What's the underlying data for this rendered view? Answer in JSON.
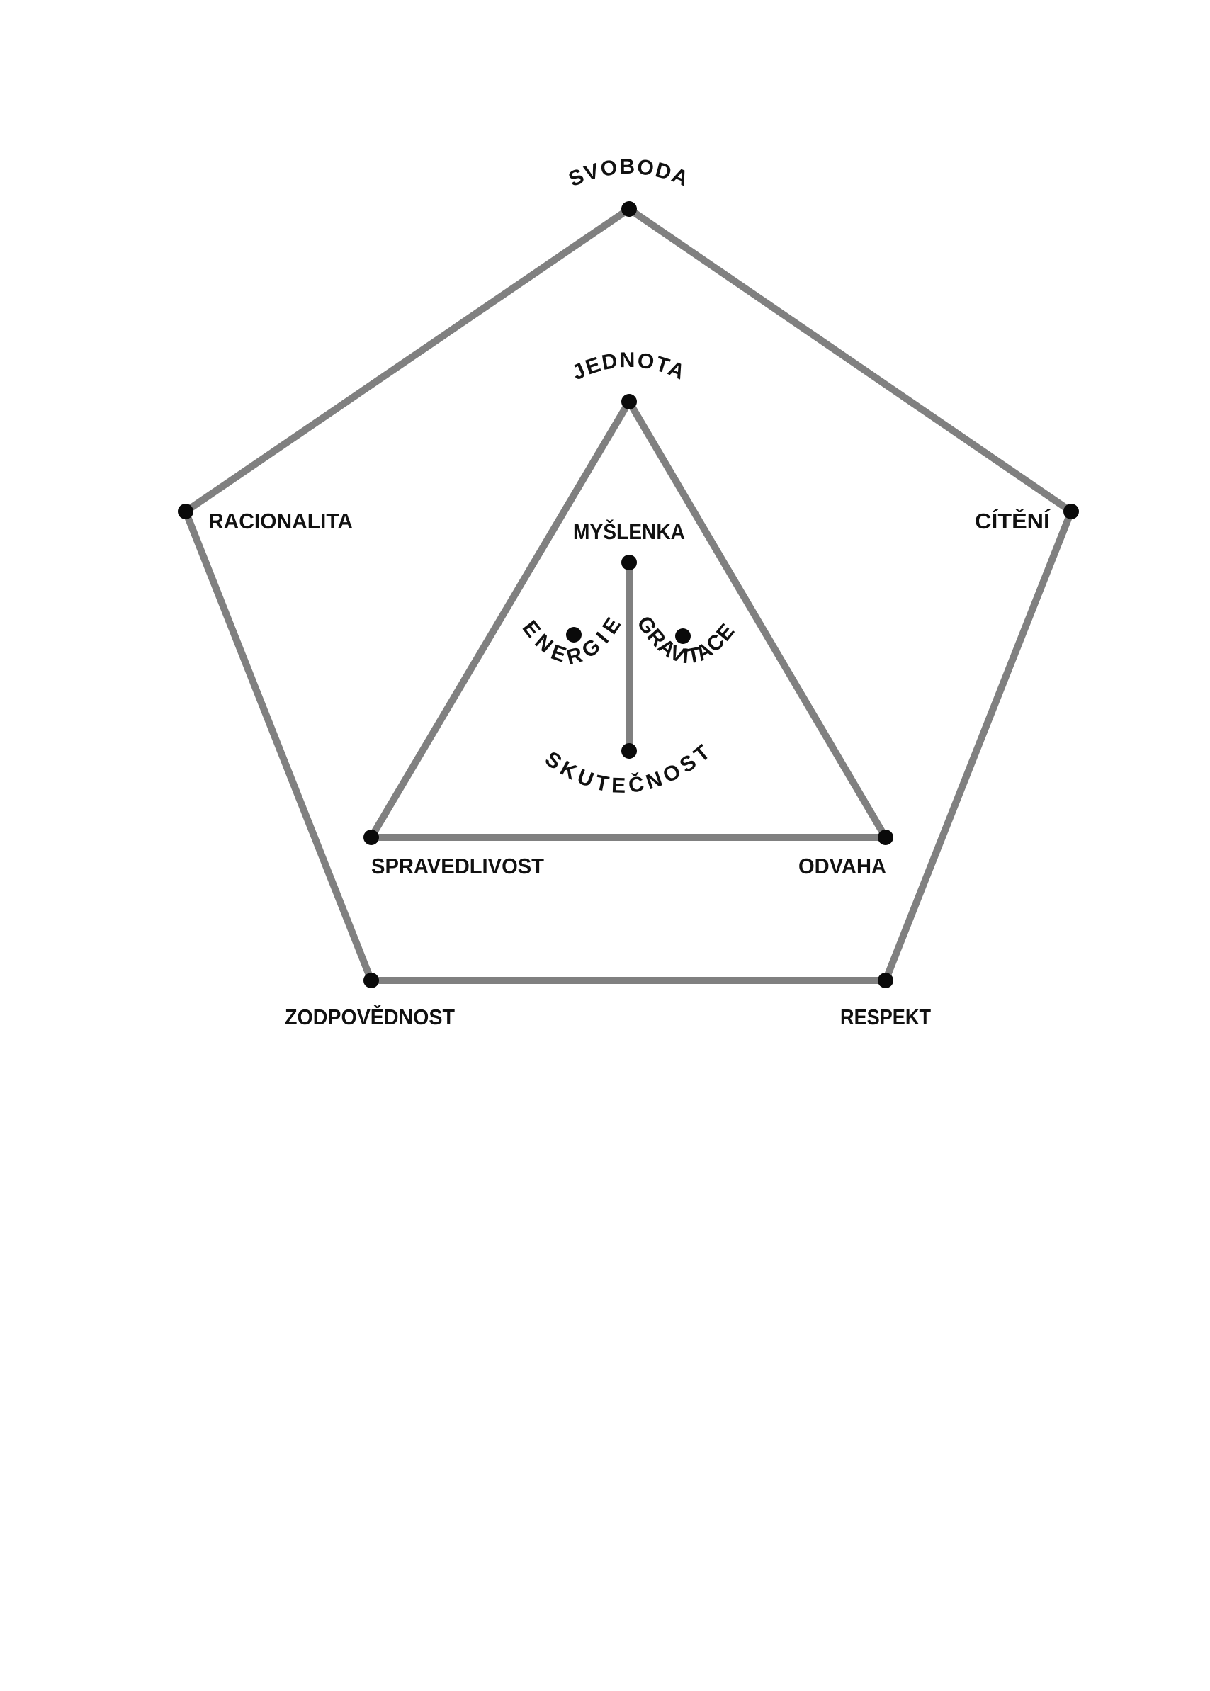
{
  "pentagon": {
    "top": "SVOBODA",
    "left": "RACIONALITA",
    "right": "CÍTĚNÍ",
    "bottom_left": "ZODPOVĚDNOST",
    "bottom_right": "RESPEKT"
  },
  "triangle": {
    "top": "JEDNOTA",
    "bottom_left": "SPRAVEDLIVOST",
    "bottom_right": "ODVAHA"
  },
  "center": {
    "top": "MYŠLENKA",
    "bottom": "SKUTEČNOST",
    "left": "ENERGIE",
    "right": "GRAVITACE"
  }
}
